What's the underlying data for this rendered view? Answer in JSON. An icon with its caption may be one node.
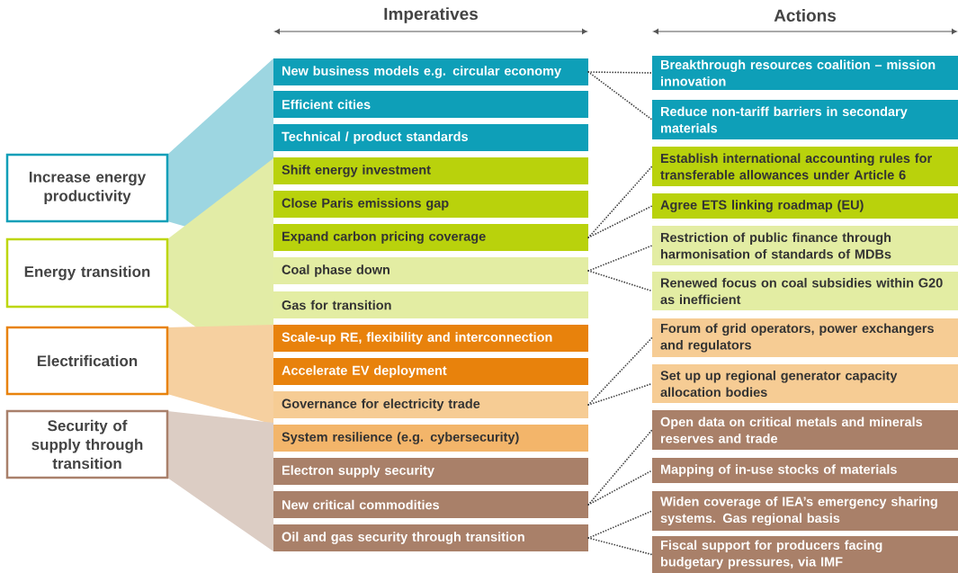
{
  "diagram": {
    "nodes": [
      {
        "text": [
          "Increase energy productivity"
        ]
      },
      {
        "text": [
          "Energy transition"
        ]
      },
      {
        "text": [
          "Electrification"
        ]
      },
      {
        "text": [
          "Security of supply through transition"
        ]
      },
      {
        "text": [
          "New business models e.g. circular economy"
        ]
      },
      {
        "text": [
          "Efficient cities"
        ]
      },
      {
        "text": [
          "Technical / product standards"
        ]
      },
      {
        "text": [
          "Shift energy investment"
        ]
      },
      {
        "text": [
          "Close Paris emissions gap"
        ]
      },
      {
        "text": [
          "Expand carbon pricing coverage"
        ]
      },
      {
        "text": [
          "Coal phase down"
        ]
      },
      {
        "text": [
          "Gas for transition"
        ]
      },
      {
        "text": [
          "Scale-up RE, flexibility and interconnection"
        ]
      },
      {
        "text": [
          "Accelerate EV deployment"
        ]
      },
      {
        "text": [
          "Governance for electricity trade"
        ]
      },
      {
        "text": [
          "System resilience (e.g. cybersecurity)"
        ]
      },
      {
        "text": [
          "Electron supply security"
        ]
      },
      {
        "text": [
          "New critical commodities"
        ]
      },
      {
        "text": [
          "Oil and gas security through transition"
        ]
      },
      {
        "text": [
          "Breakthrough resources coalition – mission innovation"
        ]
      },
      {
        "text": [
          "Reduce non-tariff barriers in secondary materials"
        ]
      },
      {
        "text": [
          "Establish international accounting rules for transferable allowances under Article 6"
        ]
      },
      {
        "text": [
          "Agree ETS linking roadmap (EU)"
        ]
      },
      {
        "text": [
          "Restriction of public finance through harmonisation of standards of MDBs"
        ]
      },
      {
        "text": [
          "Renewed focus on coal subsidies within G20 as inefficient"
        ]
      },
      {
        "text": [
          "Forum of grid operators, power exchangers and regulators"
        ]
      },
      {
        "text": [
          "Set up up regional generator capacity allocation bodies"
        ]
      },
      {
        "text": [
          "Open data on critical metals and minerals reserves and trade"
        ]
      },
      {
        "text": [
          "Mapping of in-use stocks of materials"
        ]
      },
      {
        "text": [
          "Widen coverage of IEA’s emergency sharing systems. Gas regional basis"
        ]
      },
      {
        "text": [
          "Fiscal support for producers facing budgetary pressures, via IMF"
        ]
      }
    ],
    "edges": [
      {
        "from": 4,
        "to": 19,
        "arrow": "none"
      },
      {
        "from": 4,
        "to": 20,
        "arrow": "none"
      },
      {
        "from": 9,
        "to": 21,
        "arrow": "none"
      },
      {
        "from": 9,
        "to": 22,
        "arrow": "none"
      },
      {
        "from": 10,
        "to": 23,
        "arrow": "none"
      },
      {
        "from": 10,
        "to": 24,
        "arrow": "none"
      },
      {
        "from": 14,
        "to": 25,
        "arrow": "none"
      },
      {
        "from": 14,
        "to": 26,
        "arrow": "none"
      },
      {
        "from": 17,
        "to": 27,
        "arrow": "none"
      },
      {
        "from": 17,
        "to": 28,
        "arrow": "none"
      },
      {
        "from": 18,
        "to": 29,
        "arrow": "none"
      },
      {
        "from": 18,
        "to": 30,
        "arrow": "none"
      }
    ],
    "labels": [
      "Imperatives",
      "Actions"
    ]
  }
}
